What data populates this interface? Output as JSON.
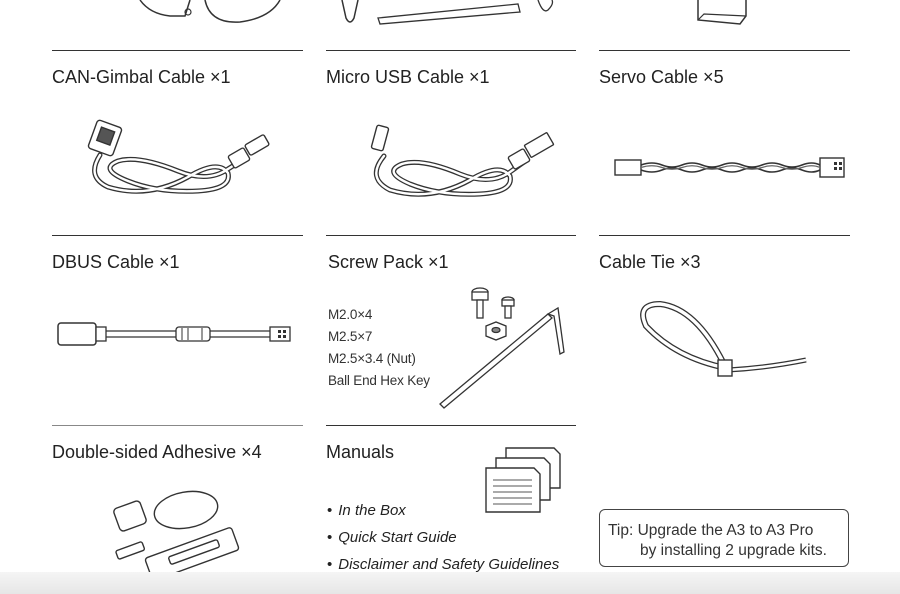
{
  "items": {
    "can_gimbal": {
      "title": "CAN-Gimbal Cable ×1"
    },
    "micro_usb": {
      "title": "Micro USB Cable ×1"
    },
    "servo": {
      "title": "Servo Cable ×5"
    },
    "dbus": {
      "title": "DBUS Cable ×1"
    },
    "screw_pack": {
      "title": "Screw Pack ×1",
      "contents": [
        "M2.0×4",
        "M2.5×7",
        "M2.5×3.4 (Nut)",
        "Ball End Hex Key"
      ]
    },
    "cable_tie": {
      "title": "Cable Tie ×3"
    },
    "adhesive": {
      "title": "Double-sided Adhesive ×4"
    },
    "manuals": {
      "title": "Manuals",
      "list": [
        "In the Box",
        "Quick Start Guide",
        "Disclaimer and Safety Guidelines"
      ]
    }
  },
  "tip": {
    "line1": "Tip: Upgrade the A3 to A3 Pro",
    "line2": "by installing 2 upgrade kits."
  }
}
